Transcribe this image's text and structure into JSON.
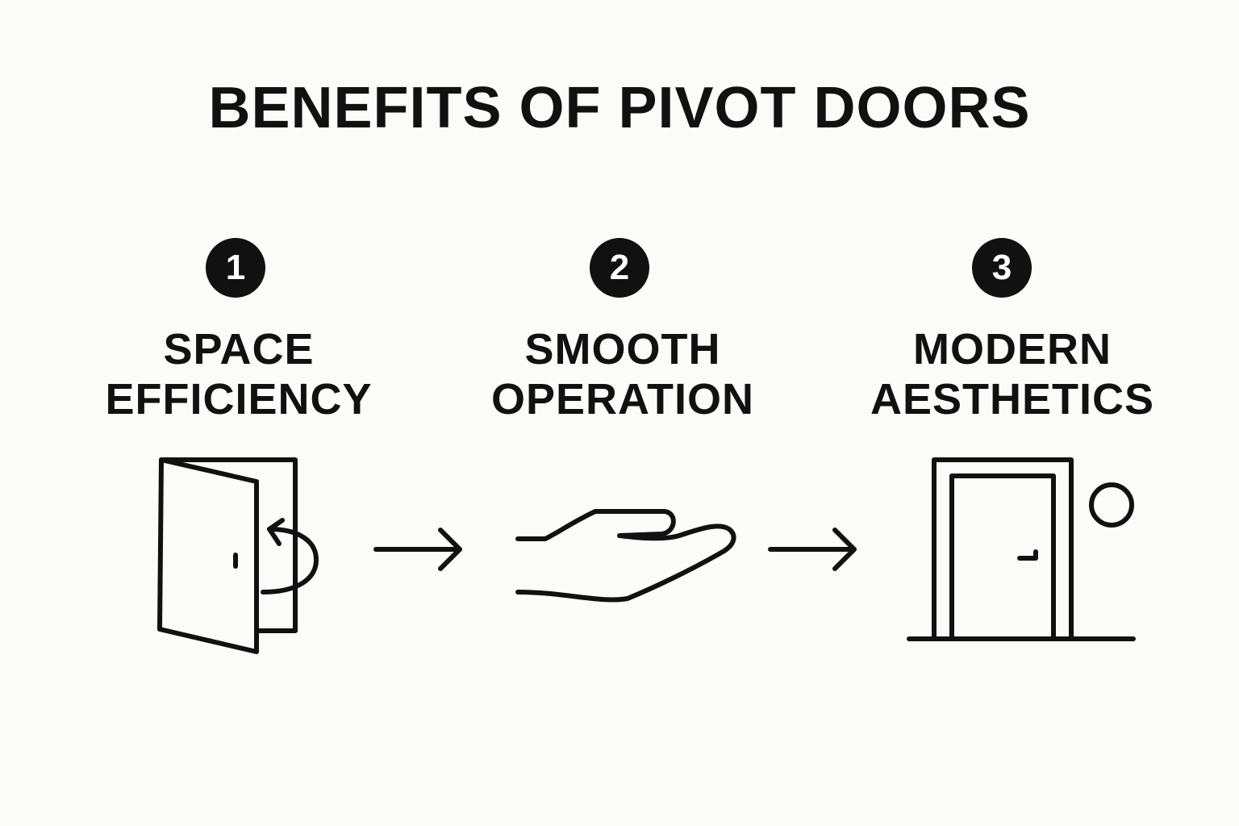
{
  "title": "BENEFITS OF PIVOT DOORS",
  "steps": [
    {
      "number": "1",
      "label_line1": "SPACE",
      "label_line2": "EFFICIENCY",
      "icon": "pivot-door-icon"
    },
    {
      "number": "2",
      "label_line1": "SMOOTH",
      "label_line2": "OPERATION",
      "icon": "open-hand-icon"
    },
    {
      "number": "3",
      "label_line1": "MODERN",
      "label_line2": "AESTHETICS",
      "icon": "framed-door-icon"
    }
  ],
  "connectors": [
    "right-arrow-icon",
    "right-arrow-icon"
  ],
  "colors": {
    "background": "#fbfbf9",
    "ink": "#111111",
    "badge_text": "#ffffff"
  }
}
